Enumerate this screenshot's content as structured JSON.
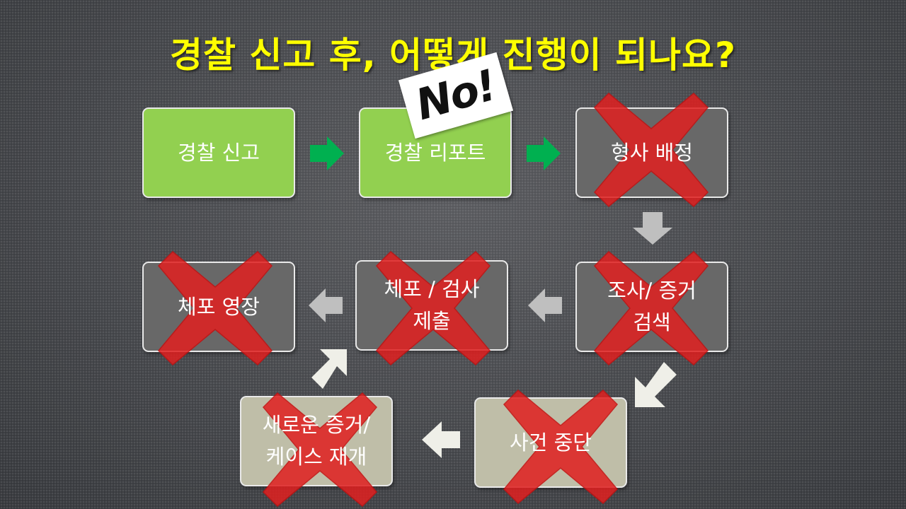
{
  "title": {
    "text": "경찰 신고 후, 어떻게 진행이 되나요?",
    "color": "#ffff00"
  },
  "badge": {
    "text": "No!"
  },
  "steps": [
    {
      "label": "경찰 신고",
      "style": "green",
      "crossed": false
    },
    {
      "label": "경찰 리포트",
      "style": "green",
      "crossed": false
    },
    {
      "label": "형사 배정",
      "style": "gray",
      "crossed": true
    },
    {
      "label": "조사/ 증거\n검색",
      "style": "gray",
      "crossed": true
    },
    {
      "label": "체포 / 검사\n제출",
      "style": "gray",
      "crossed": true
    },
    {
      "label": "체포 영장",
      "style": "gray",
      "crossed": true
    },
    {
      "label": "사건 중단",
      "style": "beige",
      "crossed": true
    },
    {
      "label": "새로운 증거/\n케이스 재개",
      "style": "beige",
      "crossed": true
    }
  ],
  "colors": {
    "green_box": "#92d050",
    "gray_box": "#686868",
    "beige_box": "#bfbea8",
    "green_arrow": "#00b050",
    "gray_arrow": "#bfbfbf",
    "light_arrow": "#efefe8",
    "cross": "#e02020"
  }
}
